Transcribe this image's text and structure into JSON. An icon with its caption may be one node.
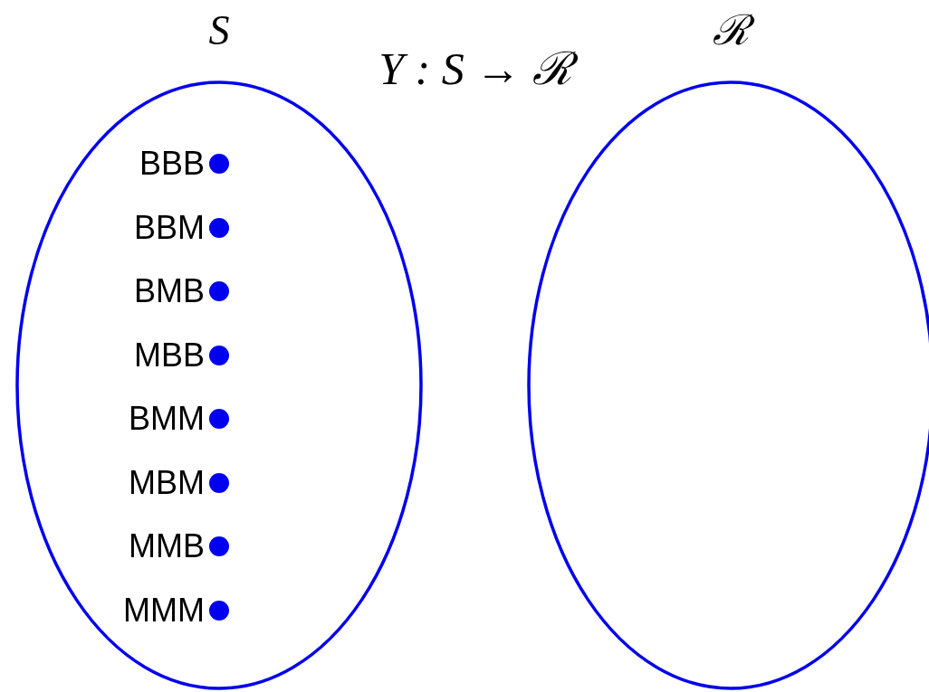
{
  "diagram": {
    "title": "Y : S → ℛ",
    "nodes": [
      {
        "text": [
          "S"
        ]
      },
      {
        "text": [],
        "shape": "circle",
        "beside": [
          "BBB"
        ],
        "in": 0
      },
      {
        "text": [],
        "shape": "circle",
        "beside": [
          "BBM"
        ],
        "in": 0
      },
      {
        "text": [],
        "shape": "circle",
        "beside": [
          "BMB"
        ],
        "in": 0
      },
      {
        "text": [],
        "shape": "circle",
        "beside": [
          "MBB"
        ],
        "in": 0
      },
      {
        "text": [],
        "shape": "circle",
        "beside": [
          "BMM"
        ],
        "in": 0
      },
      {
        "text": [],
        "shape": "circle",
        "beside": [
          "MBM"
        ],
        "in": 0
      },
      {
        "text": [],
        "shape": "circle",
        "beside": [
          "MMB"
        ],
        "in": 0
      },
      {
        "text": [],
        "shape": "circle",
        "beside": [
          "MMM"
        ],
        "in": 0
      },
      {
        "text": [
          "ℛ"
        ]
      }
    ],
    "edges": []
  }
}
